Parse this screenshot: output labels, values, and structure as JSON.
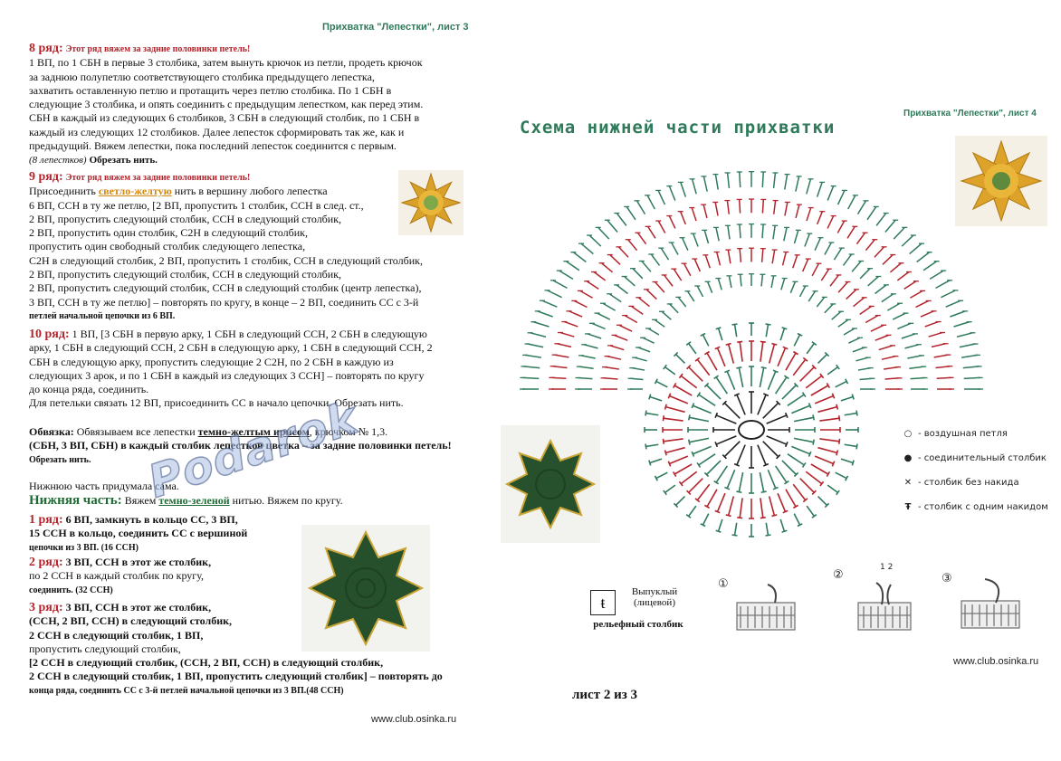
{
  "left": {
    "header": "Прихватка \"Лепестки\",  лист 3",
    "row8": {
      "title": "8 ряд:",
      "note": "Этот ряд вяжем за задние половинки петель!",
      "lines": [
        "1 ВП, по 1 СБН в первые 3 столбика, затем вынуть крючок из петли, продеть крючок",
        "за заднюю полупетлю  соответствующего столбика предыдущего лепестка,",
        "захватить оставленную петлю и протащить через петлю столбика. По 1 СБН в",
        "следующие 3 столбика, и опять соединить с предыдущим лепестком, как перед этим.",
        "СБН в каждый из следующих 6 столбиков, 3 СБН в следующий столбик, по 1 СБН в",
        "каждый из следующих 12 столбиков. Далее лепесток сформировать так же, как и",
        "предыдущий. Вяжем лепестки, пока последний лепесток соединится с первым."
      ],
      "end_italic": "(8 лепестков)",
      "end_bold": "Обрезать нить."
    },
    "row9": {
      "title": "9 ряд:",
      "note": "Этот ряд вяжем за задние половинки петель!",
      "intro_a": "Присоединить ",
      "yarn": "светло-желтую",
      "intro_b": " нить в вершину любого лепестка",
      "lines": [
        "6 ВП, ССН в ту же петлю, [2 ВП, пропустить 1 столбик, ССН в след. ст.,",
        "2 ВП, пропустить следующий столбик, ССН в следующий столбик,",
        "2 ВП, пропустить один столбик, С2Н в следующий столбик,",
        "пропустить один свободный столбик следующего лепестка,",
        "С2Н в следующий столбик, 2 ВП, пропустить 1 столбик, ССН в следующий столбик,",
        "2 ВП, пропустить следующий столбик, ССН в следующий столбик,",
        "2 ВП, пропустить следующий столбик, ССН в следующий столбик (центр лепестка),",
        "3 ВП, ССН в ту же петлю] – повторять по кругу, в конце – 2 ВП, соединить СС с 3-й"
      ],
      "last": "петлей начальной цепочки из 6 ВП."
    },
    "row10": {
      "title": "10 ряд:",
      "lines": [
        "1 ВП, [3 СБН в первую арку, 1 СБН в следующий ССН, 2 СБН в следующую",
        "арку, 1 СБН в следующий ССН, 2 СБН в следующую арку, 1 СБН в следующий ССН, 2",
        "СБН в следующую арку, пропустить следующие 2 С2Н, по 2 СБН в каждую из",
        "следующих 3 арок, и по 1 СБН в каждый из следующих 3 ССН] – повторять по кругу",
        "до конца ряда, соединить.",
        "Для петельки связать 12 ВП, присоединить СС в начало цепочки. Обрезать нить."
      ]
    },
    "edging": {
      "title": "Обвязка:",
      "line1_a": " Обвязываем все лепестки ",
      "yarn": "темно-желтым ирисом",
      "line1_b": ", крючком № 1,3.",
      "line2": "(СБН, 3 ВП, СБН) в каждый столбик лепестков цветка – за задние половинки петель!",
      "line3": "Обрезать нить."
    },
    "invented": "Нижнюю часть придумала сама.",
    "bottom": {
      "title": "Нижняя часть:",
      "text_a": " Вяжем ",
      "yarn": "темно-зеленой",
      "text_b": " нитью. Вяжем по кругу."
    },
    "b_row1": {
      "title": "1 ряд:",
      "lines": [
        "6 ВП, замкнуть в кольцо СС, 3 ВП,",
        "15 ССН в кольцо, соединить СС с вершиной",
        "цепочки из 3 ВП. (16 ССН)"
      ]
    },
    "b_row2": {
      "title": "2 ряд:",
      "lines": [
        "3 ВП, ССН в этот же столбик,",
        "по 2 ССН в каждый столбик по кругу,",
        "соединить. (32 ССН)"
      ]
    },
    "b_row3": {
      "title": "3 ряд:",
      "lines": [
        "3 ВП, ССН в этот же столбик,",
        "(ССН, 2 ВП, ССН) в следующий столбик,",
        "2 ССН в следующий столбик, 1 ВП,",
        "пропустить следующий столбик,",
        "[2 ССН в следующий столбик, (ССН, 2 ВП, ССН) в следующий столбик,",
        "2 ССН в следующий столбик, 1 ВП, пропустить следующий столбик] – повторять до",
        "конца ряда, соединить СС с 3-й петлей начальной цепочки из 3 ВП.(48 ССН)"
      ]
    },
    "url": "www.club.osinka.ru",
    "watermark": "Podarok"
  },
  "right": {
    "header": "Прихватка \"Лепестки\",  лист 4",
    "scheme_title": "Схема нижней части прихватки",
    "legend": [
      {
        "icon": "chain-stitch-icon",
        "glyph": "○",
        "label": "- воздушная петля"
      },
      {
        "icon": "slip-stitch-icon",
        "glyph": "●",
        "label": "- соединительный столбик"
      },
      {
        "icon": "single-crochet-icon",
        "glyph": "✕",
        "label": "- столбик без накида"
      },
      {
        "icon": "double-crochet-icon",
        "glyph": "Ŧ",
        "label": "- столбик с одним накидом"
      }
    ],
    "relief": {
      "line1": "Выпуклый",
      "line2": "(лицевой)",
      "line3": "рельефный столбик",
      "symbol": "ŧ"
    },
    "steps": [
      "①",
      "②",
      "③"
    ],
    "step2_nums": "1 2",
    "url": "www.club.osinka.ru",
    "page": "лист 2 из 3"
  },
  "colors": {
    "green": "#2f7a5a",
    "red": "#b3242c",
    "dark_green": "#1f5a2e",
    "yellow": "#e3a21a"
  }
}
